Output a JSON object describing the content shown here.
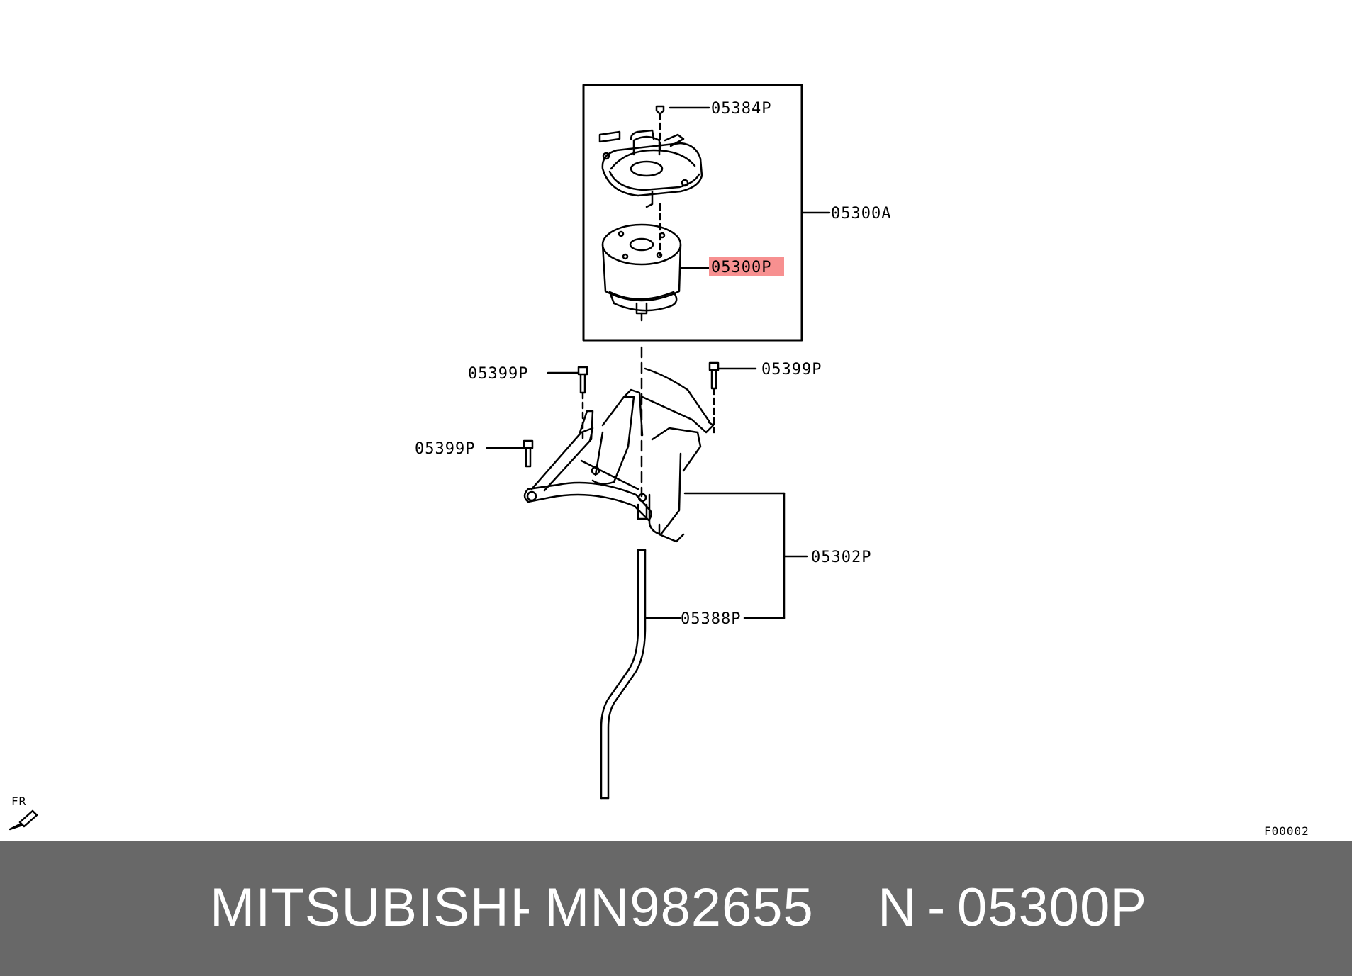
{
  "diagram": {
    "labels": {
      "p05384P": "05384P",
      "p05300A": "05300A",
      "p05300P": "05300P",
      "p05399P_left": "05399P",
      "p05399P_right": "05399P",
      "p05399P_lower": "05399P",
      "p05302P": "05302P",
      "p05388P": "05388P"
    },
    "orientation_label": "FR",
    "figure_code": "F00002",
    "highlight_color": "#f79090"
  },
  "footer": {
    "brand": "MITSUBISHI",
    "separator": "-",
    "part_number": "MN982655",
    "ref_prefix": "N",
    "ref_separator": "-",
    "ref_code": "05300P"
  }
}
